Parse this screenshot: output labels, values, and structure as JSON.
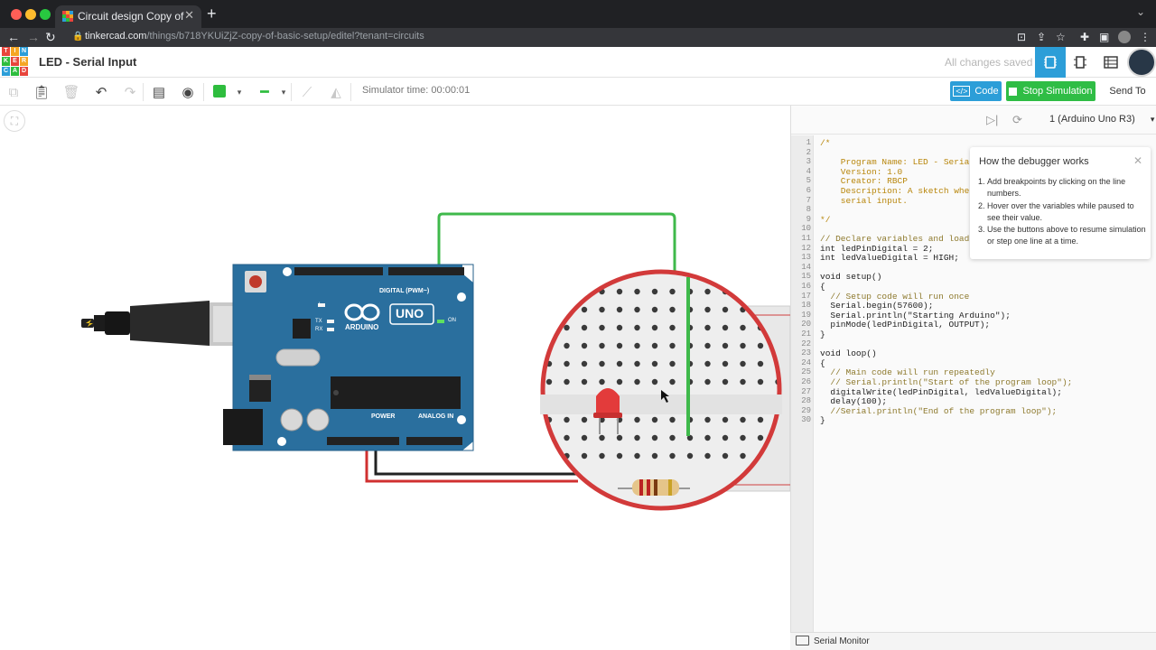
{
  "browser": {
    "tab_title": "Circuit design Copy of Basic Se",
    "url_host": "tinkercad.com",
    "url_path": "/things/b718YKUiZjZ-copy-of-basic-setup/editel?tenant=circuits"
  },
  "header": {
    "logo_letters": [
      "TIN",
      "KER",
      "CAD"
    ],
    "project_title": "LED - Serial Input",
    "save_status": "All changes saved"
  },
  "toolbar": {
    "sim_time": "Simulator time: 00:00:01",
    "code_label": "Code",
    "stop_label": "Stop Simulation",
    "send_label": "Send To",
    "wire_color": "#2ebd3e"
  },
  "board": {
    "brand": "ARDUINO",
    "model": "UNO",
    "digital_label": "DIGITAL (PWM~)",
    "power_label": "POWER",
    "analog_label": "ANALOG IN",
    "on_label": "ON",
    "tx_label": "TX",
    "rx_label": "RX",
    "l_label": "L"
  },
  "code_panel": {
    "board_select": "1 (Arduino Uno R3)",
    "lines": [
      {
        "n": "1",
        "t": "/*",
        "c": "cm"
      },
      {
        "n": "2",
        "t": "",
        "c": "cm"
      },
      {
        "n": "3",
        "t": "    Program Name: LED - Serial",
        "c": "cm"
      },
      {
        "n": "4",
        "t": "    Version: 1.0",
        "c": "cm"
      },
      {
        "n": "5",
        "t": "    Creator: RBCP",
        "c": "cm"
      },
      {
        "n": "6",
        "t": "    Description: A sketch wher",
        "c": "cm"
      },
      {
        "n": "7",
        "t": "    serial input.",
        "c": "cm"
      },
      {
        "n": "8",
        "t": "",
        "c": "cm"
      },
      {
        "n": "9",
        "t": "*/",
        "c": "cm"
      },
      {
        "n": "10",
        "t": "",
        "c": ""
      },
      {
        "n": "11",
        "t": "// Declare variables and load",
        "c": "cm2"
      },
      {
        "n": "12",
        "t": "int ledPinDigital = 2;",
        "c": ""
      },
      {
        "n": "13",
        "t": "int ledValueDigital = HIGH;",
        "c": ""
      },
      {
        "n": "14",
        "t": "",
        "c": ""
      },
      {
        "n": "15",
        "t": "void setup()",
        "c": ""
      },
      {
        "n": "16",
        "t": "{",
        "c": ""
      },
      {
        "n": "17",
        "t": "  // Setup code will run once",
        "c": "cm2"
      },
      {
        "n": "18",
        "t": "  Serial.begin(57600);",
        "c": ""
      },
      {
        "n": "19",
        "t": "  Serial.println(\"Starting Arduino\");",
        "c": ""
      },
      {
        "n": "20",
        "t": "  pinMode(ledPinDigital, OUTPUT);",
        "c": ""
      },
      {
        "n": "21",
        "t": "}",
        "c": ""
      },
      {
        "n": "22",
        "t": "",
        "c": ""
      },
      {
        "n": "23",
        "t": "void loop()",
        "c": ""
      },
      {
        "n": "24",
        "t": "{",
        "c": ""
      },
      {
        "n": "25",
        "t": "  // Main code will run repeatedly",
        "c": "cm2"
      },
      {
        "n": "26",
        "t": "  // Serial.println(\"Start of the program loop\");",
        "c": "cm2"
      },
      {
        "n": "27",
        "t": "  digitalWrite(ledPinDigital, ledValueDigital);",
        "c": ""
      },
      {
        "n": "28",
        "t": "  delay(100);",
        "c": ""
      },
      {
        "n": "29",
        "t": "  //Serial.println(\"End of the program loop\");",
        "c": "cm2"
      },
      {
        "n": "30",
        "t": "}",
        "c": ""
      }
    ]
  },
  "debugger_tip": {
    "title": "How the debugger works",
    "steps": [
      "Add breakpoints by clicking on the line numbers.",
      "Hover over the variables while paused to see their value.",
      "Use the buttons above to resume simulation or step one line at a time."
    ]
  },
  "serial_monitor": {
    "label": "Serial Monitor"
  }
}
